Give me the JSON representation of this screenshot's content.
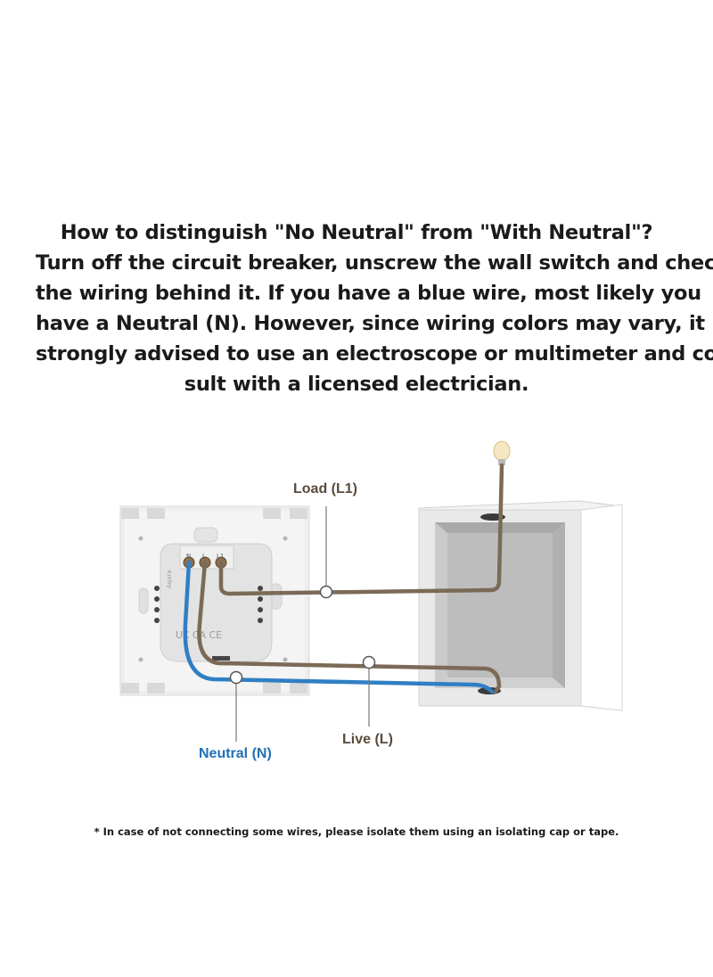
{
  "heading": {
    "line1": "How to distinguish \"No Neutral\" from \"With Neutral\"?",
    "line2": "Turn off the circuit breaker, unscrew the wall switch and check",
    "line3": "the wiring behind it. If you have a blue wire, most likely you",
    "line4": "have a Neutral (N). However, since wiring colors may vary, it is",
    "line5": "strongly advised  to use an electroscope or multimeter and con-",
    "line6": "sult with a licensed electrician."
  },
  "diagram": {
    "load_label": "Load (L1)",
    "neutral_label": "Neutral (N)",
    "live_label": "Live (L)",
    "terminal_n": "N",
    "terminal_l": "L",
    "terminal_l1": "L1",
    "brand": "Aqara",
    "cert_marks": "UK CA  CE",
    "colors": {
      "neutral_wire": "#2f7fc4",
      "live_wire": "#7b6a57",
      "load_wire": "#7b6a57",
      "label_dark": "#5a4a3c",
      "label_blue": "#1f6fb4"
    }
  },
  "footnote": "* In case of not connecting some wires, please isolate them using an isolating cap or tape."
}
